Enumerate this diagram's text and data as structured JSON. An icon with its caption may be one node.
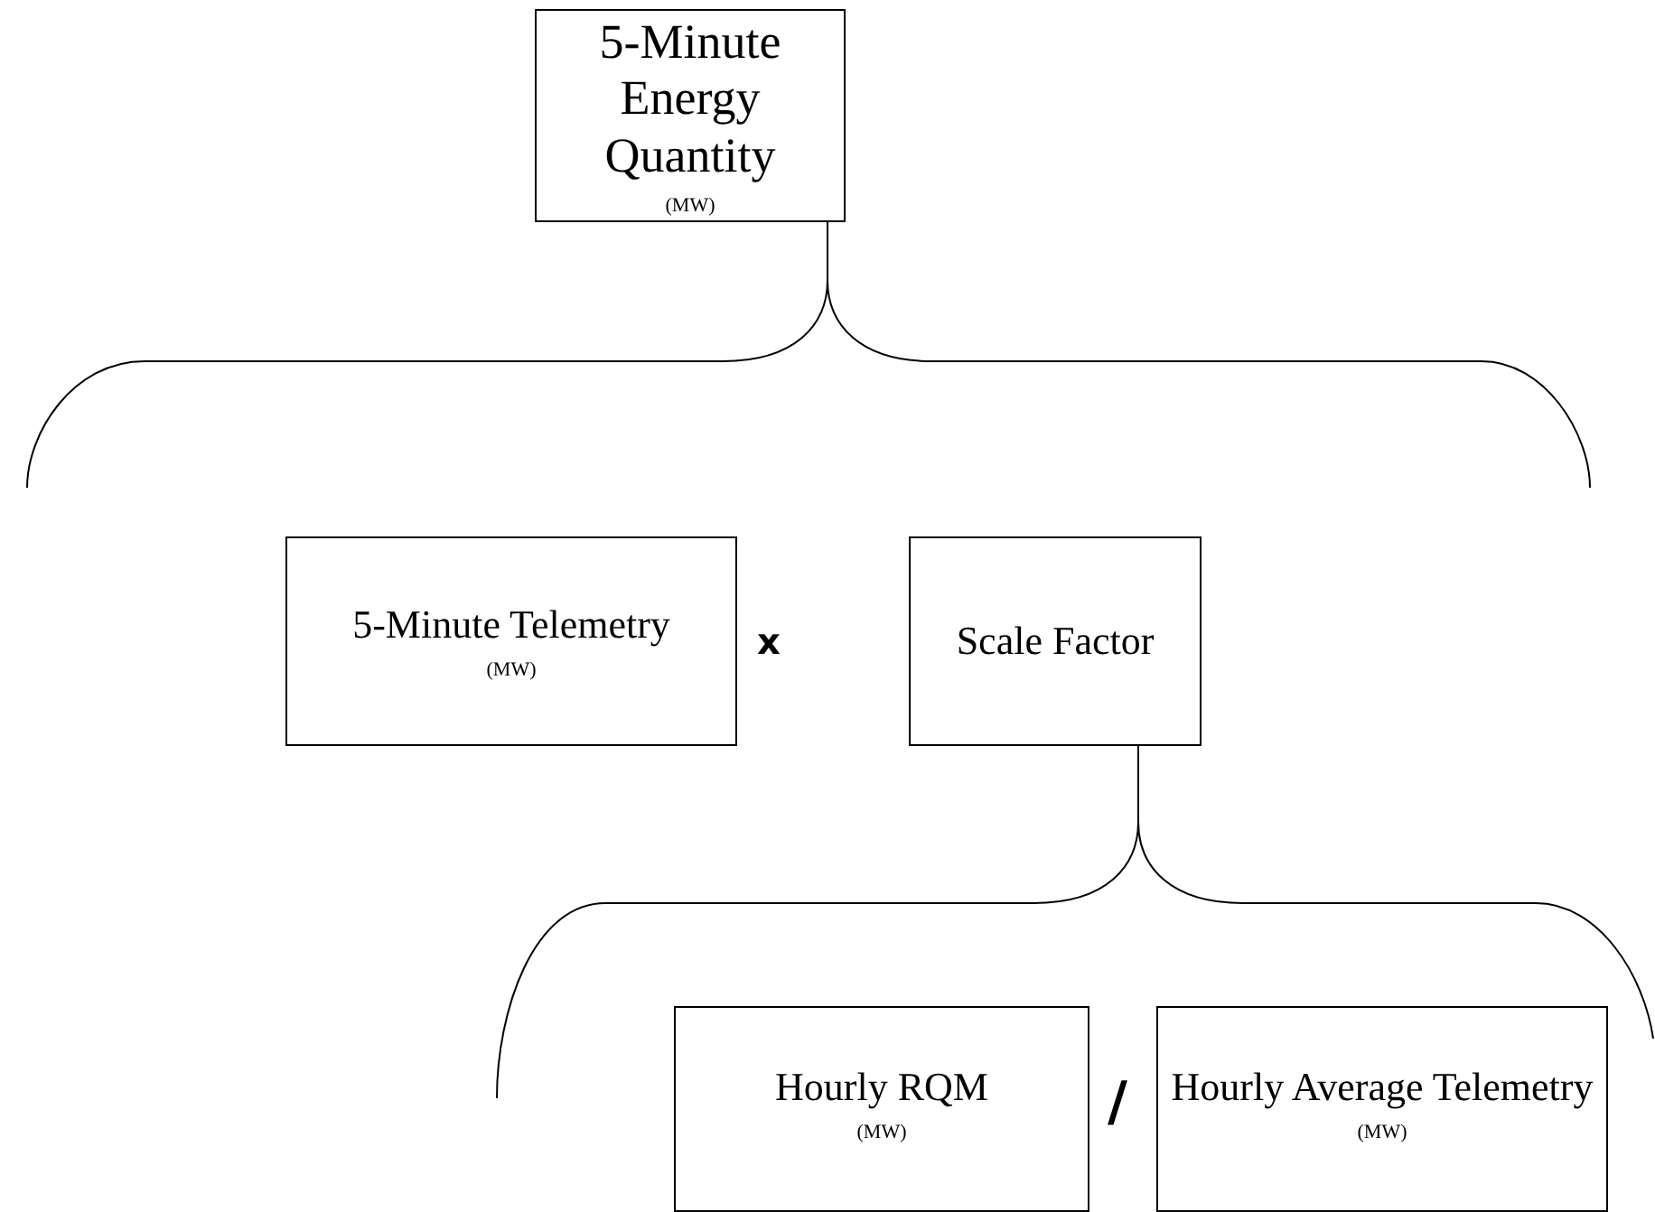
{
  "diagram": {
    "nodes": [
      {
        "text": [
          "5-Minute Energy Quantity",
          "(MW)"
        ]
      },
      {
        "text": [
          "5-Minute Telemetry",
          "(MW)"
        ]
      },
      {
        "text": [
          "Scale Factor"
        ]
      },
      {
        "text": [
          "Hourly RQM",
          "(MW)"
        ]
      },
      {
        "text": [
          "Hourly Average Telemetry",
          "(MW)"
        ]
      }
    ],
    "edges": [],
    "labels": [
      "x",
      "/"
    ]
  }
}
